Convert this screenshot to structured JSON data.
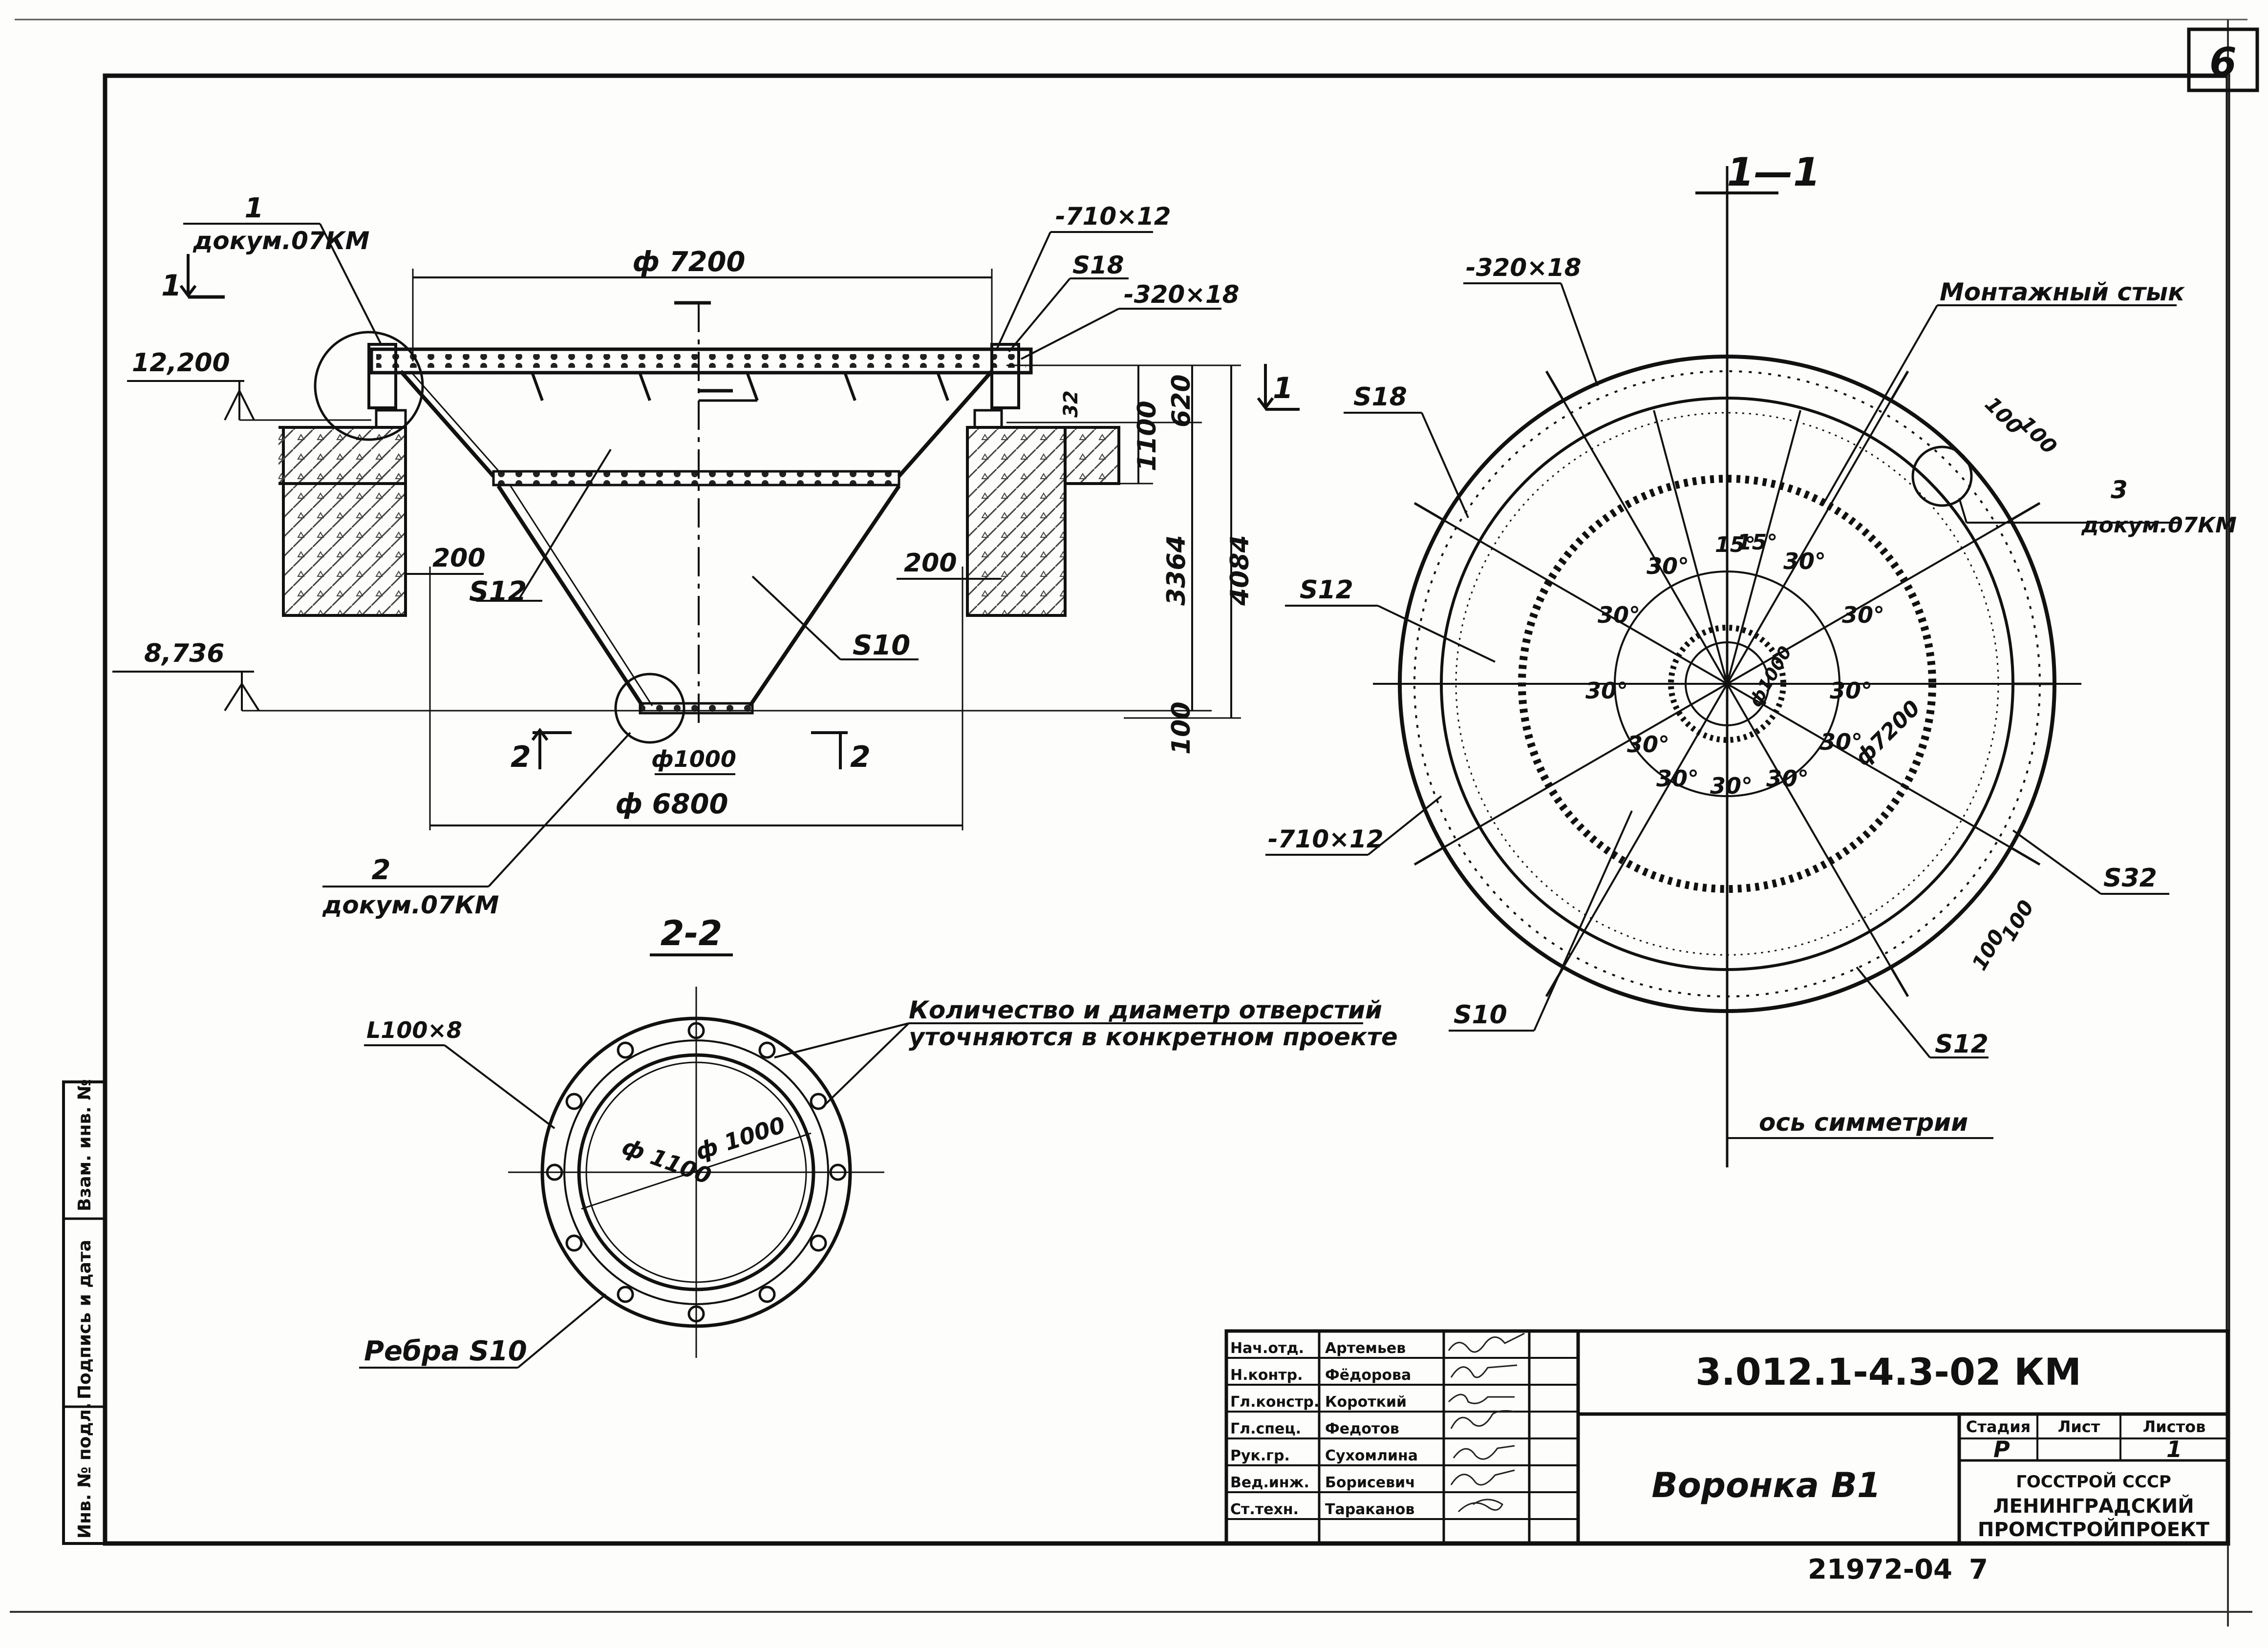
{
  "sheet_number": "6",
  "elevation_view": {
    "callout_1_num": "1",
    "callout_1_ref": "докум.07КМ",
    "section_mark_1": "1",
    "diameter_top": "ф 7200",
    "plate_710": "-710×12",
    "s18": "S18",
    "plate_320": "-320×18",
    "elev_top": "12,200",
    "dim_32": "32",
    "dim_620": "620",
    "dim_1100": "1100",
    "dim_3364": "3364",
    "dim_4084": "4084",
    "dim_100": "100",
    "dim_200_left": "200",
    "dim_200_right": "200",
    "s12": "S12",
    "s10": "S10",
    "elev_bottom": "8,736",
    "section_mark_2": "2",
    "diameter_1000": "ф1000",
    "diameter_6800": "ф 6800",
    "callout_2_num": "2",
    "callout_2_ref": "докум.07КМ"
  },
  "section_1_1": {
    "title": "1—1",
    "plate_320": "-320×18",
    "s18": "S18",
    "s12_left": "S12",
    "plate_710": "-710×12",
    "s10": "S10",
    "mounting_joint": "Монтажный стык",
    "dim_100_a": "100",
    "dim_100_b": "100",
    "callout_3_num": "3",
    "callout_3_ref": "докум.07КМ",
    "s32": "S32",
    "dim_100_c": "100",
    "dim_100_d": "100",
    "s12_bottom": "S12",
    "axis_label": "ось симметрии",
    "diameter_7200": "ф7200",
    "diameter_1000": "ф1000",
    "angle_15": "15°",
    "angle_30": "30°"
  },
  "section_2_2": {
    "title": "2-2",
    "angle_label": "L100×8",
    "note_line1": "Количество и диаметр отверстий",
    "note_line2": "уточняются в конкретном проекте",
    "diameter_1100": "ф 1100",
    "diameter_1000": "ф 1000",
    "ribs": "Ребра S10"
  },
  "left_stamp": {
    "col1": "Инв. № подл.",
    "col2": "Подпись и дата",
    "col3": "Взам. инв. №"
  },
  "title_block": {
    "rows": [
      {
        "role": "Нач.отд.",
        "name": "Артемьев"
      },
      {
        "role": "Н.контр.",
        "name": "Фёдорова"
      },
      {
        "role": "Гл.констр.",
        "name": "Короткий"
      },
      {
        "role": "Гл.спец.",
        "name": "Федотов"
      },
      {
        "role": "Рук.гр.",
        "name": "Сухомлина"
      },
      {
        "role": "Вед.инж.",
        "name": "Борисевич"
      },
      {
        "role": "Ст.техн.",
        "name": "Тараканов"
      }
    ],
    "doc_code": "3.012.1-4.3-02 КМ",
    "drawing_name": "Воронка В1",
    "stage_header": "Стадия",
    "sheet_header": "Лист",
    "sheets_header": "Листов",
    "stage_value": "Р",
    "sheet_value": "",
    "sheets_value": "1",
    "org_line1": "ГОССТРОЙ СССР",
    "org_line2": "ЛЕНИНГРАДСКИЙ",
    "org_line3": "ПРОМСТРОЙПРОЕКТ"
  },
  "footer_code": "21972-04",
  "footer_number": "7"
}
